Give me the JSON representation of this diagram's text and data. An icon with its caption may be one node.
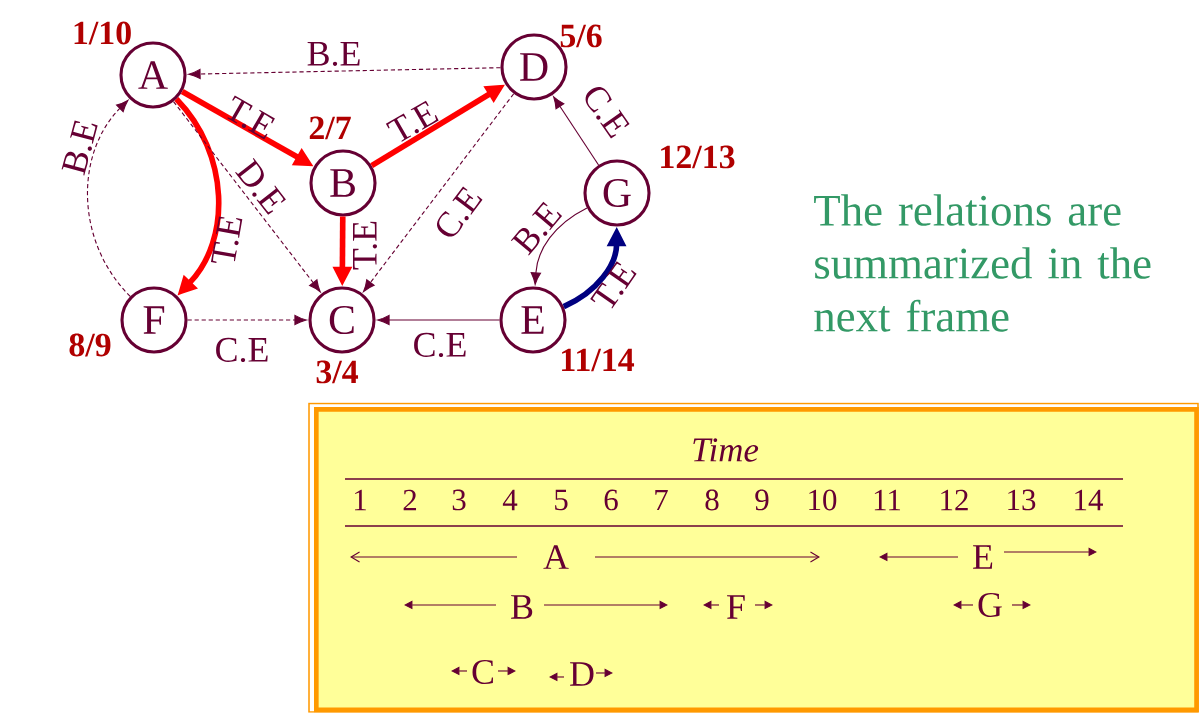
{
  "diagram": {
    "nodes": [
      {
        "text": [
          "A"
        ],
        "beside": [
          "1/10"
        ]
      },
      {
        "text": [
          "D"
        ],
        "beside": [
          "5/6"
        ]
      },
      {
        "text": [
          "B"
        ],
        "beside": [
          "2/7"
        ]
      },
      {
        "text": [
          "G"
        ],
        "beside": [
          "12/13"
        ]
      },
      {
        "text": [
          "F"
        ],
        "beside": [
          "8/9"
        ]
      },
      {
        "text": [
          "C"
        ],
        "beside": [
          "3/4"
        ]
      },
      {
        "text": [
          "E"
        ],
        "beside": [
          "11/14"
        ]
      },
      {
        "text": [
          "Time",
          "1",
          "2",
          "3",
          "4",
          "5",
          "6",
          "7",
          "8",
          "9",
          "10",
          "11",
          "12",
          "13",
          "14",
          "A",
          "E",
          "B",
          "F",
          "G",
          "C",
          "D"
        ]
      }
    ],
    "edges": [
      {
        "from": 1,
        "to": 0,
        "arrow": "to",
        "label": "B.E",
        "style": "dashed"
      },
      {
        "from": 0,
        "to": 2,
        "arrow": "to",
        "label": "T.E",
        "style": "thick",
        "color": "#ff0000"
      },
      {
        "from": 2,
        "to": 1,
        "arrow": "to",
        "label": "T.E",
        "style": "thick",
        "color": "#ff0000"
      },
      {
        "from": 0,
        "to": 4,
        "arrow": "to",
        "label": "T.E",
        "style": "thick",
        "color": "#ff0000"
      },
      {
        "from": 4,
        "to": 0,
        "arrow": "to",
        "label": "B.E",
        "style": "dashed"
      },
      {
        "from": 0,
        "to": 5,
        "arrow": "to",
        "label": "D.E",
        "style": "dashed"
      },
      {
        "from": 2,
        "to": 5,
        "arrow": "to",
        "label": "T.E",
        "style": "thick",
        "color": "#ff0000"
      },
      {
        "from": 1,
        "to": 5,
        "arrow": "to",
        "label": "C.E",
        "style": "dashed"
      },
      {
        "from": 3,
        "to": 1,
        "arrow": "to",
        "label": "C.E"
      },
      {
        "from": 3,
        "to": 6,
        "arrow": "to",
        "label": "B.E"
      },
      {
        "from": 6,
        "to": 3,
        "arrow": "to",
        "label": "T.E",
        "style": "thick",
        "color": "#000080"
      },
      {
        "from": 4,
        "to": 5,
        "arrow": "to",
        "label": "C.E",
        "style": "dashed"
      },
      {
        "from": 6,
        "to": 5,
        "arrow": "to",
        "label": "C.E"
      }
    ],
    "labels": [
      "The relations are summarized in the next frame"
    ]
  }
}
